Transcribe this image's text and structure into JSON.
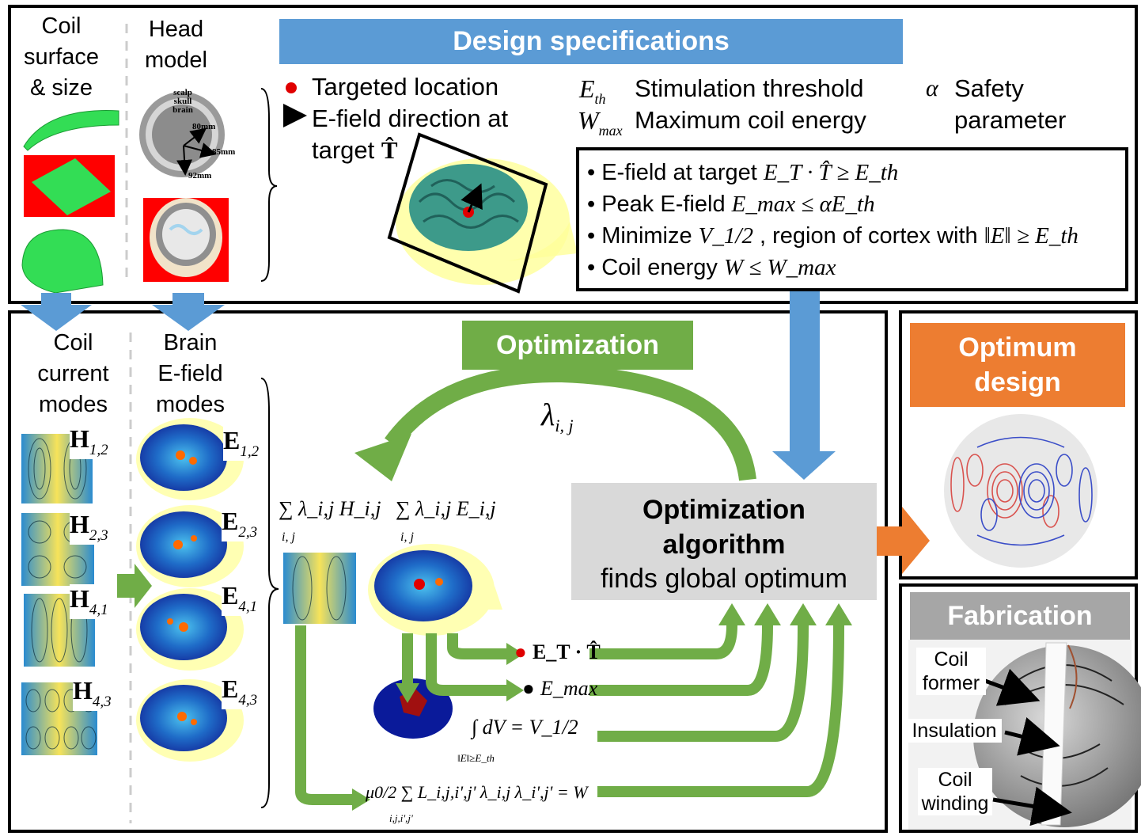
{
  "top": {
    "coil_title": "Coil\nsurface\n& size",
    "head_title": "Head\nmodel",
    "head_inset": {
      "scalp": "scalp",
      "skull": "skull",
      "brain": "brain",
      "r1": "80mm",
      "r2": "85mm",
      "r3": "92mm"
    },
    "design_banner": "Design specifications",
    "spec_target": "Targeted location",
    "spec_direction": "E-field direction at",
    "spec_target_word": "target",
    "spec_target_symbol": "T̂",
    "spec_eth_symbol": "E",
    "spec_eth_sub": "th",
    "spec_eth_text": "Stimulation threshold",
    "spec_wmax_symbol": "W",
    "spec_wmax_sub": "max",
    "spec_wmax_text": "Maximum coil energy",
    "spec_alpha_symbol": "α",
    "spec_alpha_text": "Safety\nparameter",
    "constraints": [
      {
        "text": "• E-field at target ",
        "math": "E_T · T̂ ≥ E_th"
      },
      {
        "text": "• Peak E-field ",
        "math": "E_max ≤ αE_th"
      },
      {
        "text": "• Minimize ",
        "math": "V_1/2",
        "text2": " , region of cortex with ",
        "math2": "‖E‖ ≥ E_th"
      },
      {
        "text": "• Coil energy ",
        "math": "W ≤ W_max"
      }
    ]
  },
  "middle": {
    "coil_modes_title": "Coil\ncurrent\nmodes",
    "brain_modes_title": "Brain\nE-field\nmodes",
    "optimization_banner": "Optimization",
    "lambda_label": "λ",
    "lambda_sub": "i, j",
    "coil_modes": [
      {
        "sym": "H",
        "idx": "1,2"
      },
      {
        "sym": "H",
        "idx": "2,3"
      },
      {
        "sym": "H",
        "idx": "4,1"
      },
      {
        "sym": "H",
        "idx": "4,3"
      }
    ],
    "brain_modes": [
      {
        "sym": "E",
        "idx": "1,2"
      },
      {
        "sym": "E",
        "idx": "2,3"
      },
      {
        "sym": "E",
        "idx": "4,1"
      },
      {
        "sym": "E",
        "idx": "4,3"
      }
    ],
    "sum_h": "∑ λ_i,j H_i,j",
    "sum_e": "∑ λ_i,j E_i,j",
    "sum_sub": "i, j",
    "algo_title": "Optimization\nalgorithm",
    "algo_subtitle": "finds global optimum",
    "out_et": "E_T · T̂",
    "out_emax": "E_max",
    "out_integral": "∫ dV = V_1/2",
    "out_integral_sub": "‖E‖≥E_th",
    "out_energy": "μ0/2 ∑ L_i,j,i',j' λ_i,j λ_i',j' = W",
    "out_energy_sub": "i,j,i',j'"
  },
  "right": {
    "optimum_banner": "Optimum\ndesign",
    "fabrication_banner": "Fabrication",
    "fab_labels": [
      "Coil\nformer",
      "Insulation",
      "Coil\nwinding"
    ]
  },
  "colors": {
    "blue_banner": "#5b9bd5",
    "green": "#70ad47",
    "orange": "#ed7d31",
    "gray": "#a6a6a6",
    "algo_bg": "#d9d9d9",
    "coil_green": "#33dd55",
    "red": "#ff0000"
  }
}
